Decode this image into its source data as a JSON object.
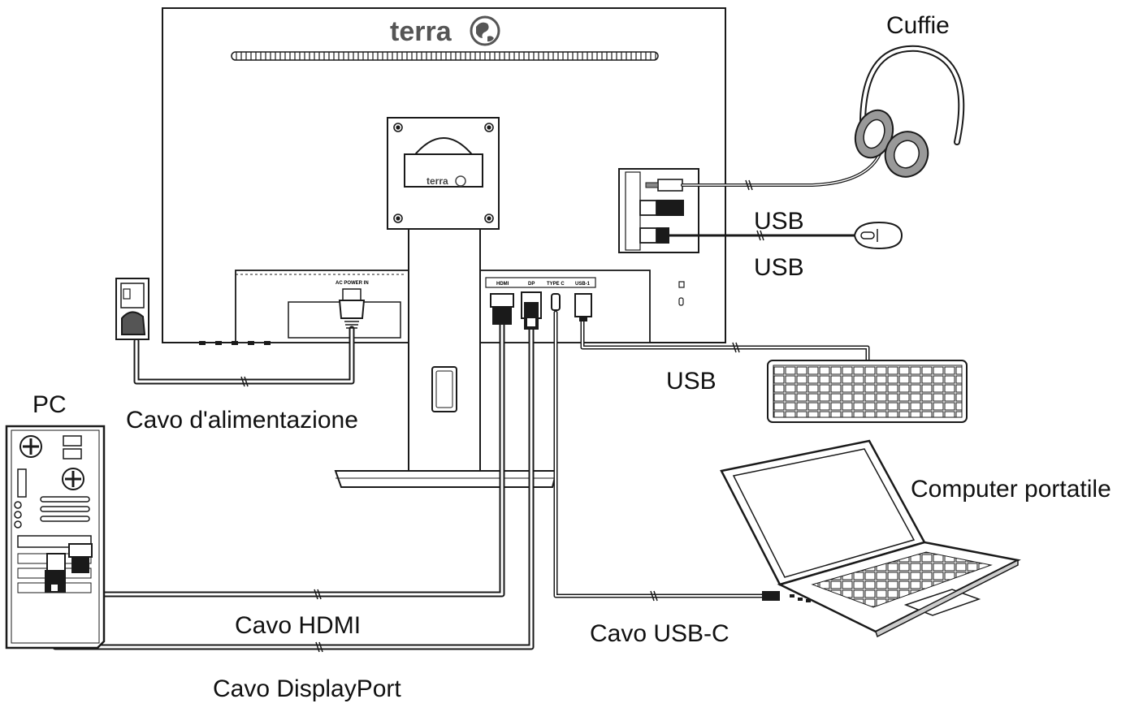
{
  "diagram": {
    "brand": "terra",
    "monitor_ports": {
      "power": "AC POWER IN",
      "hdmi": "HDMI",
      "dp": "DP",
      "typec": "TYPE C",
      "usb": "USB-1"
    },
    "labels": {
      "headphones": "Cuffie",
      "usb_mouse_top": "USB",
      "usb_mouse_bottom": "USB",
      "usb_keyboard": "USB",
      "pc": "PC",
      "power_cable": "Cavo d'alimentazione",
      "laptop": "Computer portatile",
      "hdmi_cable": "Cavo HDMI",
      "usbc_cable": "Cavo USB-C",
      "dp_cable": "Cavo DisplayPort"
    }
  },
  "colors": {
    "line": "#1a1a1a",
    "fill": "#ffffff",
    "shade": "#9a9a9a",
    "dark": "#333333"
  }
}
